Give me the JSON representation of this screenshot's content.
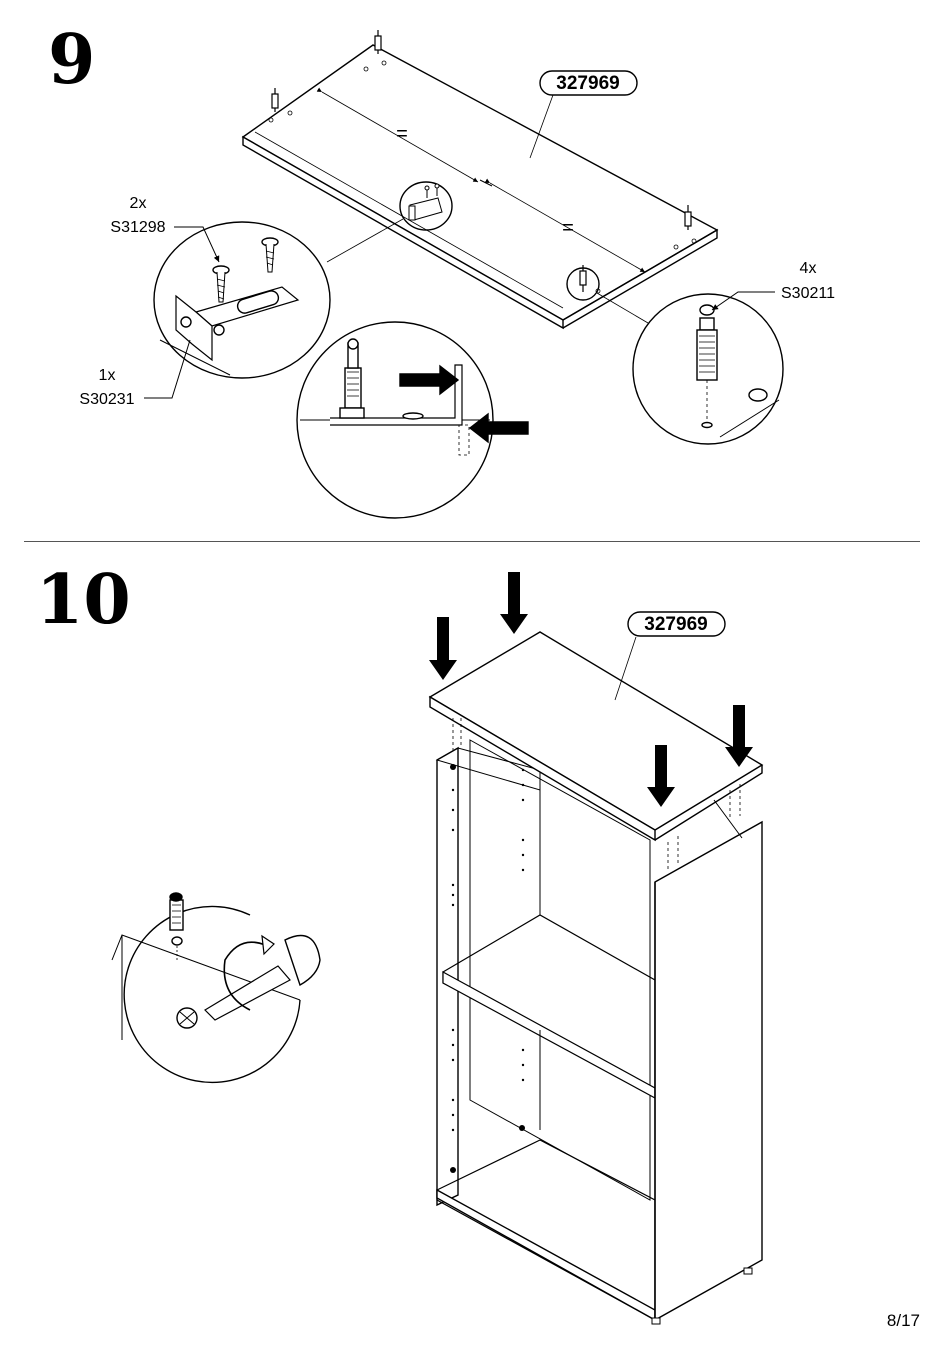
{
  "steps": [
    {
      "number": "9",
      "part_label": "327969",
      "equal_marks": [
        "=",
        "="
      ],
      "callouts": [
        {
          "qty": "2x",
          "code": "S31298"
        },
        {
          "qty": "1x",
          "code": "S30231"
        },
        {
          "qty": "4x",
          "code": "S30211"
        }
      ]
    },
    {
      "number": "10",
      "part_label": "327969"
    }
  ],
  "page": "8/17"
}
